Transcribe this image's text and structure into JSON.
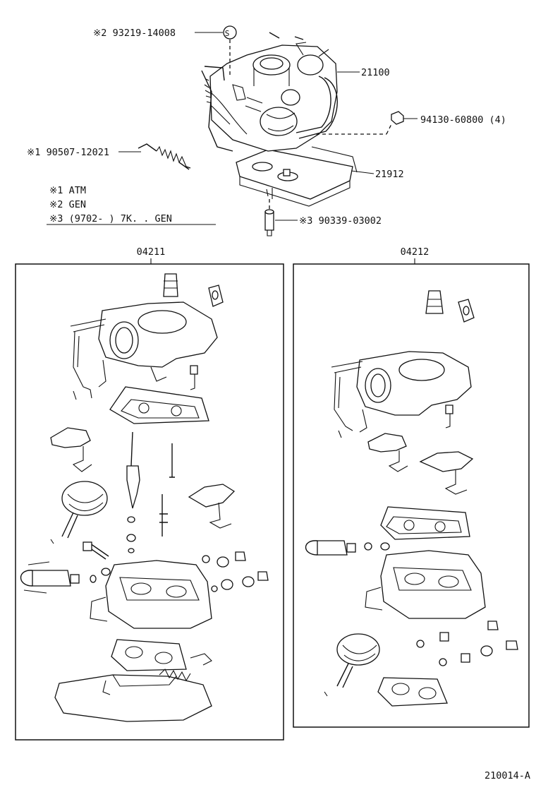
{
  "callouts": {
    "screw_s": "※2  93219-14008",
    "screw_s_symbol": "S",
    "carb_assy": "21100",
    "nut": "94130-60800 (4)",
    "spring": "※1 90507-12021",
    "gasket": "21912",
    "union": "※3  90339-03002"
  },
  "notes": {
    "n1": "※1 ATM",
    "n2": "※2 GEN",
    "n3": "※3 (9702-      ) 7K. . GEN"
  },
  "kits": {
    "left": "04211",
    "right": "04212"
  },
  "figure_id": "210014-A"
}
